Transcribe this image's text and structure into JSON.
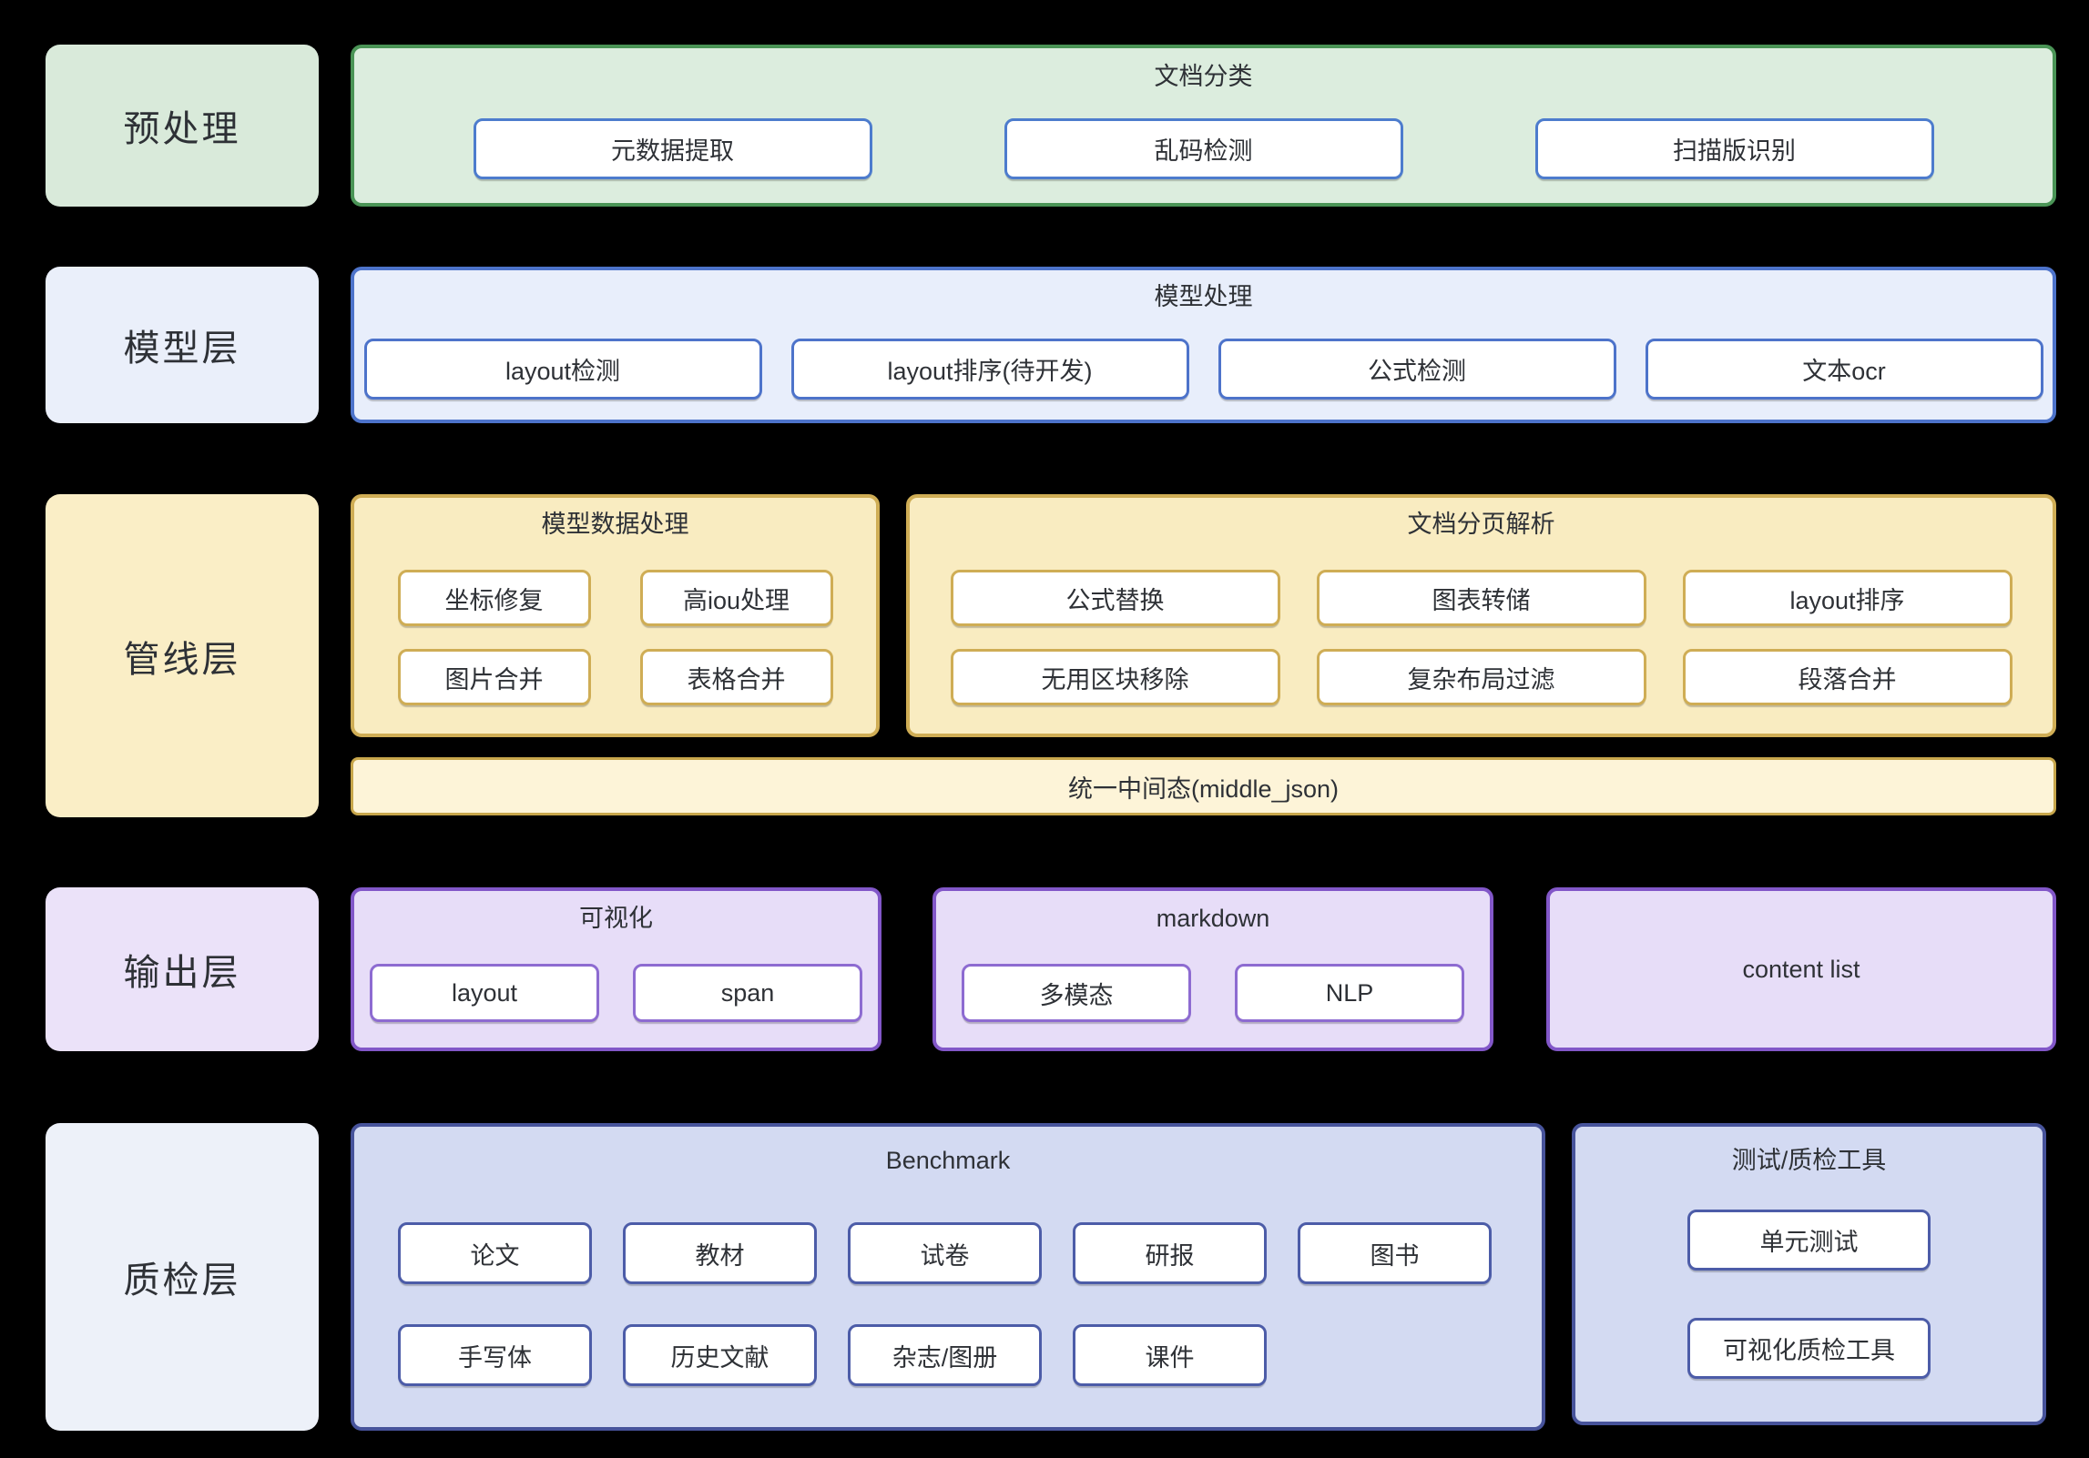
{
  "diagram": {
    "background": "#000000",
    "rows": [
      {
        "label": "预处理",
        "theme": "green",
        "groups": [
          {
            "title": "文档分类",
            "buttons": [
              "元数据提取",
              "乱码检测",
              "扫描版识别"
            ]
          }
        ]
      },
      {
        "label": "模型层",
        "theme": "blue",
        "groups": [
          {
            "title": "模型处理",
            "buttons": [
              "layout检测",
              "layout排序(待开发)",
              "公式检测",
              "文本ocr"
            ]
          }
        ]
      },
      {
        "label": "管线层",
        "theme": "yellow",
        "groups": [
          {
            "title": "模型数据处理",
            "buttons": [
              "坐标修复",
              "高iou处理",
              "图片合并",
              "表格合并"
            ]
          },
          {
            "title": "文档分页解析",
            "buttons": [
              "公式替换",
              "图表转储",
              "layout排序",
              "无用区块移除",
              "复杂布局过滤",
              "段落合并"
            ]
          }
        ],
        "bar": "统一中间态(middle_json)"
      },
      {
        "label": "输出层",
        "theme": "purple",
        "groups": [
          {
            "title": "可视化",
            "buttons": [
              "layout",
              "span"
            ]
          },
          {
            "title": "markdown",
            "buttons": [
              "多模态",
              "NLP"
            ]
          },
          {
            "title": "content list",
            "buttons": []
          }
        ]
      },
      {
        "label": "质检层",
        "theme": "slate",
        "groups": [
          {
            "title": "Benchmark",
            "buttons": [
              "论文",
              "教材",
              "试卷",
              "研报",
              "图书",
              "手写体",
              "历史文献",
              "杂志/图册",
              "课件"
            ]
          },
          {
            "title": "测试/质检工具",
            "buttons": [
              "单元测试",
              "可视化质检工具"
            ]
          }
        ]
      }
    ],
    "palette": {
      "green": {
        "label_fill": "#d9eada",
        "panel_fill": "#dcedde",
        "panel_border": "#4a9456",
        "node_border": "#4d7ccd"
      },
      "blue": {
        "label_fill": "#eaeffa",
        "panel_fill": "#e8eefb",
        "panel_border": "#4d73ca",
        "node_border": "#4d73ca"
      },
      "yellow": {
        "label_fill": "#faeec6",
        "panel_fill": "#f9ecc1",
        "panel_border": "#cfad55",
        "node_border": "#cfad55",
        "bar_fill": "#fdf4d8",
        "bar_border": "#c7a64b"
      },
      "purple": {
        "label_fill": "#ebe2f9",
        "panel_fill": "#e7ddf8",
        "panel_border": "#8257c8",
        "node_border": "#8d6bd1"
      },
      "slate": {
        "label_fill": "#edf1f9",
        "panel_fill": "#d3daf2",
        "panel_border": "#47539b",
        "node_border": "#4c5ca8"
      },
      "node_fill": "#ffffff",
      "text": "#2e3136"
    }
  }
}
